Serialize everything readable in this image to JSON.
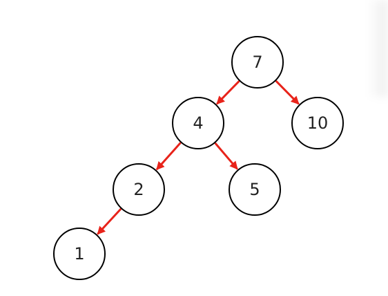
{
  "diagram": {
    "type": "binary-tree",
    "colors": {
      "edge": "#e8231a",
      "node_stroke": "#000000",
      "node_fill": "#ffffff",
      "label": "#222222"
    },
    "nodes": [
      {
        "id": "n7",
        "label": "7"
      },
      {
        "id": "n4",
        "label": "4"
      },
      {
        "id": "n10",
        "label": "10"
      },
      {
        "id": "n2",
        "label": "2"
      },
      {
        "id": "n5",
        "label": "5"
      },
      {
        "id": "n1",
        "label": "1"
      }
    ],
    "edges": [
      {
        "from": "n7",
        "to": "n4"
      },
      {
        "from": "n7",
        "to": "n10"
      },
      {
        "from": "n4",
        "to": "n2"
      },
      {
        "from": "n4",
        "to": "n5"
      },
      {
        "from": "n2",
        "to": "n1"
      }
    ]
  }
}
